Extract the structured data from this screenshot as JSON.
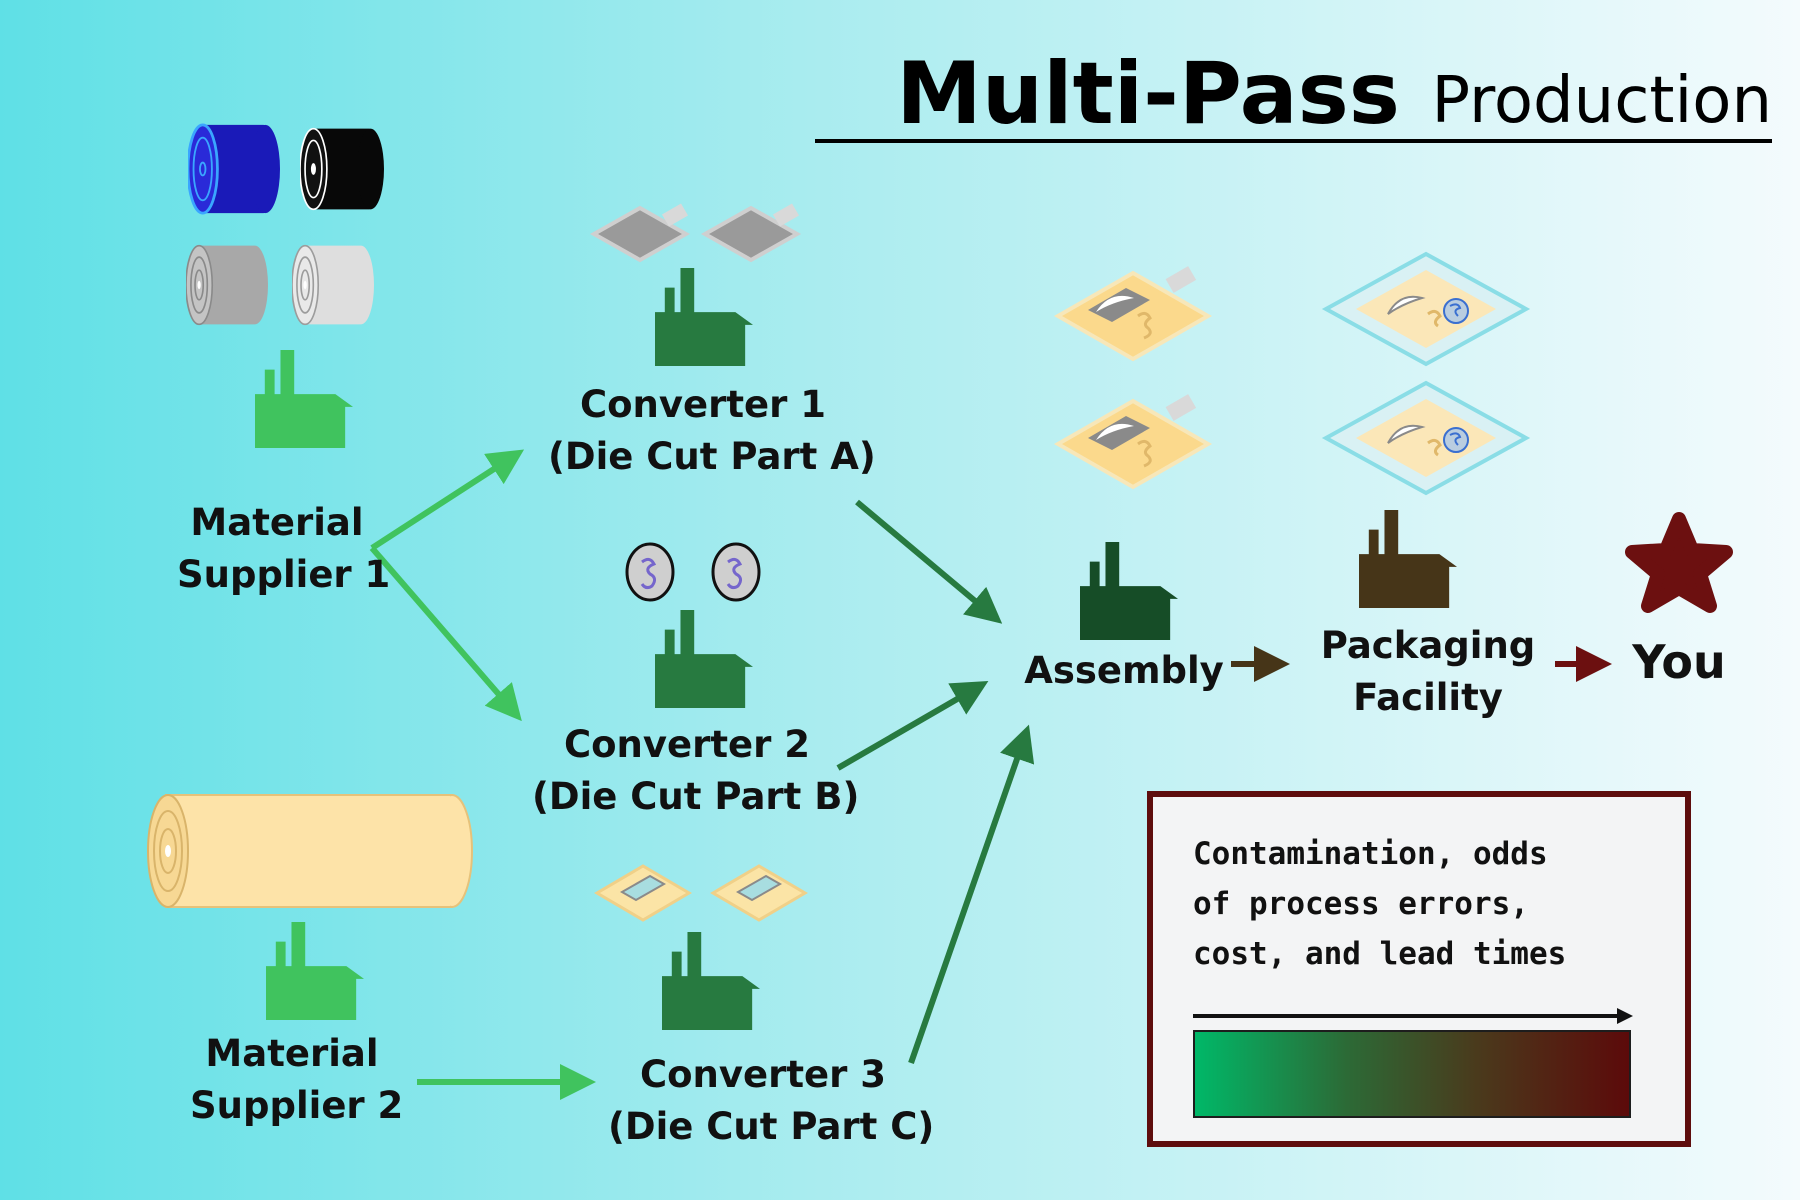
{
  "title": {
    "bold": "Multi-Pass",
    "light": "Production"
  },
  "nodes": {
    "supplier1": [
      "Material",
      "Supplier 1"
    ],
    "supplier2": [
      "Material",
      "Supplier 2"
    ],
    "converter1": [
      "Converter 1",
      "(Die Cut Part A)"
    ],
    "converter2": [
      "Converter 2",
      "(Die Cut Part B)"
    ],
    "converter3": [
      "Converter 3",
      "(Die Cut Part C)"
    ],
    "assembly": "Assembly",
    "packaging": [
      "Packaging",
      "Facility"
    ],
    "you": "You"
  },
  "legend": {
    "lines": [
      "Contamination, odds",
      "of process errors,",
      "cost, and lead times"
    ]
  },
  "colors": {
    "bg_left": "#5fe0e6",
    "bg_right": "#f4fbfd",
    "supplier_factory": "#40c35e",
    "converter_factory": "#277a40",
    "assembly_factory": "#164d27",
    "packaging_factory": "#463518",
    "star": "#6c1010",
    "arrow_light": "#40c35e",
    "arrow_dark": "#277a40",
    "arrow_brown": "#463518",
    "arrow_maroon": "#6c1010",
    "legend_border": "#5e0d0d"
  },
  "icons": [
    "factory-icon",
    "material-roll-icon",
    "die-cut-part-icon",
    "star-icon",
    "arrow-icon"
  ]
}
